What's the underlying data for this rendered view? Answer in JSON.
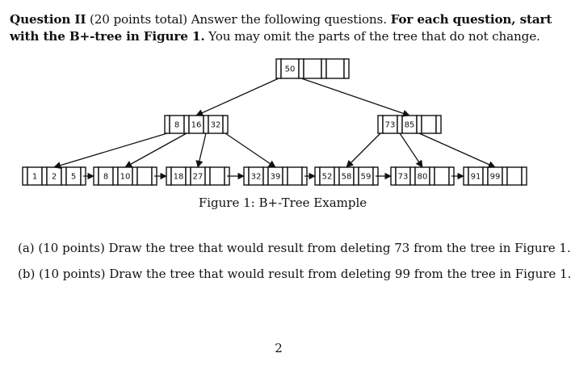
{
  "question": {
    "label": "Question II",
    "points": "(20 points total) Answer the following questions.",
    "instruction_bold_1": "For each question, start with the B+-tree in Figure 1.",
    "instruction_rest": "You may omit the parts of the tree that do not change."
  },
  "figure": {
    "caption": "Figure 1: B+-Tree Example",
    "root": [
      "50",
      "",
      ""
    ],
    "internal": [
      [
        "8",
        "16",
        "32"
      ],
      [
        "73",
        "85",
        ""
      ]
    ],
    "leaves": [
      [
        "1",
        "2",
        "5"
      ],
      [
        "8",
        "10",
        ""
      ],
      [
        "18",
        "27",
        ""
      ],
      [
        "32",
        "39",
        ""
      ],
      [
        "52",
        "58",
        "59"
      ],
      [
        "73",
        "80",
        ""
      ],
      [
        "91",
        "99",
        ""
      ]
    ]
  },
  "parts": {
    "a": "(a) (10 points) Draw the tree that would result from deleting 73 from the tree in Figure 1.",
    "b": "(b) (10 points) Draw the tree that would result from deleting 99 from the tree in Figure 1."
  },
  "page_number": "2"
}
